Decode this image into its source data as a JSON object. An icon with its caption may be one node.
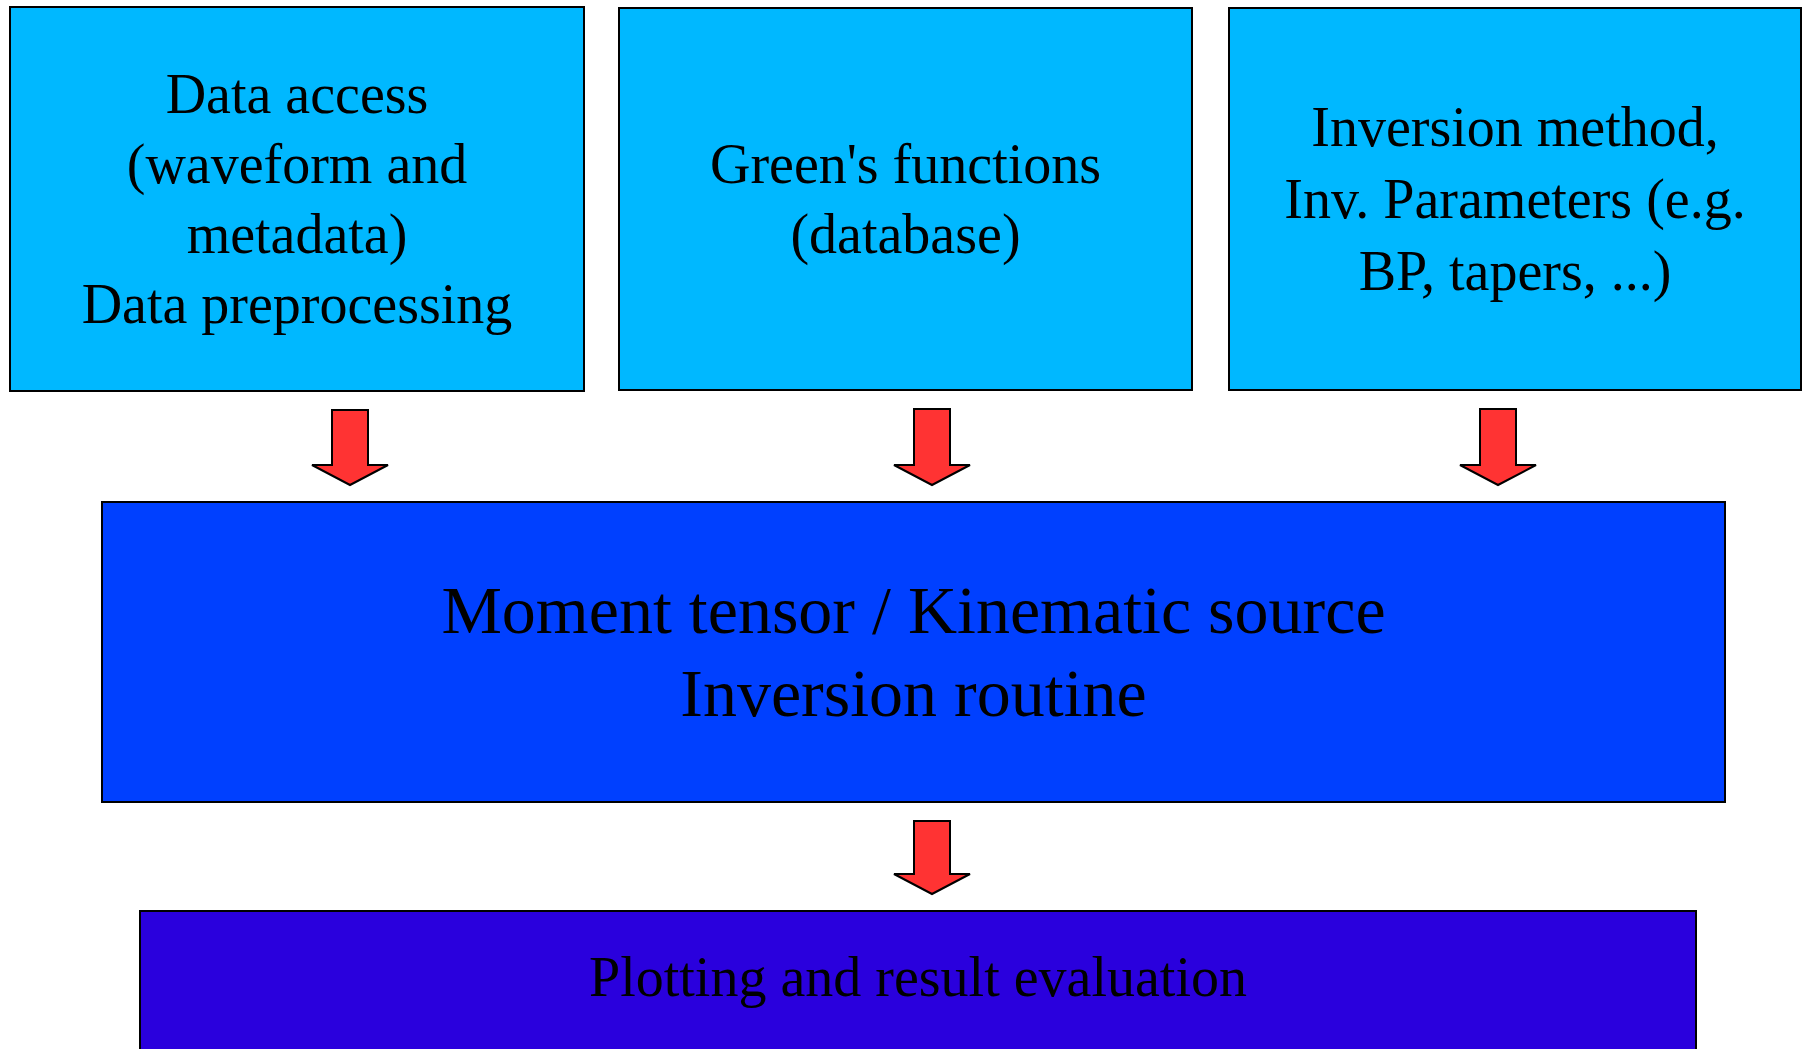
{
  "diagram": {
    "nodes": [
      {
        "text": [
          "Data access (waveform and metadata)",
          "Data preprocessing"
        ]
      },
      {
        "text": [
          "Green's functions (database)"
        ]
      },
      {
        "text": [
          "Inversion method, Inv. Parameters (e.g. BP, tapers, ...)"
        ]
      },
      {
        "text": [
          "Moment tensor / Kinematic source",
          "Inversion routine"
        ]
      },
      {
        "text": [
          "Plotting and result evaluation"
        ]
      }
    ],
    "edges": [
      {
        "from": 0,
        "to": 3,
        "arrow": "to"
      },
      {
        "from": 1,
        "to": 3,
        "arrow": "to"
      },
      {
        "from": 2,
        "to": 3,
        "arrow": "to"
      },
      {
        "from": 3,
        "to": 4,
        "arrow": "to"
      }
    ]
  }
}
